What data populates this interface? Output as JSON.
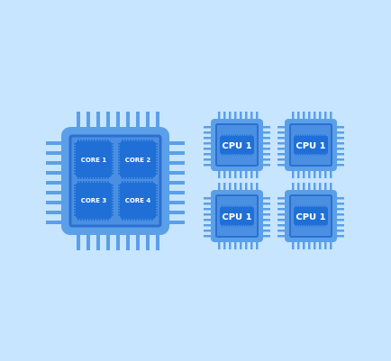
{
  "colors": {
    "background": "#c7e5ff",
    "pin": "#5b9fe8",
    "chip_outer": "#5b9fe8",
    "chip_border": "#2c6fd1",
    "chip_inner": "#4b8fe2",
    "core": "#1f6fd6",
    "core_light": "#2d82e6",
    "label": "#ffffff"
  },
  "multicore_chip": {
    "cores": [
      {
        "label": "CORE 1"
      },
      {
        "label": "CORE 2"
      },
      {
        "label": "CORE 3"
      },
      {
        "label": "CORE 4"
      }
    ]
  },
  "single_core_chips": [
    {
      "label": "CPU 1"
    },
    {
      "label": "CPU 1"
    },
    {
      "label": "CPU 1"
    },
    {
      "label": "CPU 1"
    }
  ]
}
